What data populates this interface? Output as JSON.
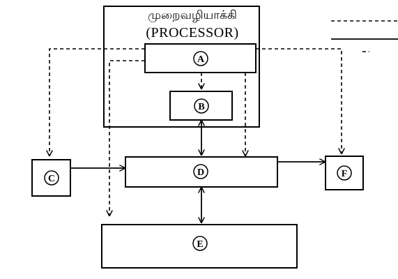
{
  "processor": {
    "title": "முறைவழியாக்கி",
    "subtitle": "(PROCESSOR)"
  },
  "blocks": {
    "a": "A",
    "b": "B",
    "c": "C",
    "d": "D",
    "e": "E",
    "f": "F"
  },
  "legend": {
    "dashed": "",
    "solid": ""
  },
  "colors": {
    "ink": "#000000",
    "paper": "#ffffff"
  }
}
